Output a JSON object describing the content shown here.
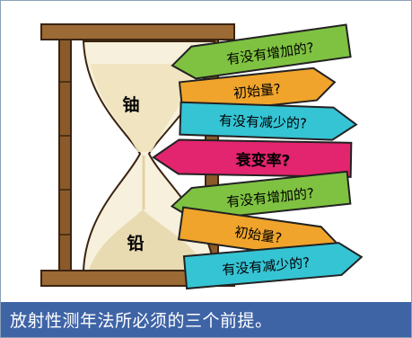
{
  "hourglass": {
    "top_label": "铀",
    "bottom_label": "铅"
  },
  "signs": [
    {
      "label": "有没有增加的?",
      "color": "#7fc241"
    },
    {
      "label": "初始量?",
      "color": "#f0a42b"
    },
    {
      "label": "有没有减少的?",
      "color": "#35c4d4"
    },
    {
      "label": "衰变率?",
      "color": "#e3246e"
    },
    {
      "label": "有没有增加的?",
      "color": "#7fc241"
    },
    {
      "label": "初始量?",
      "color": "#f0a42b"
    },
    {
      "label": "有没有减少的?",
      "color": "#35c4d4"
    }
  ],
  "caption": "放射性测年法所必须的三个前提。",
  "colors": {
    "caption_bg": "#3f64a6",
    "wood": "#8b5a2b"
  }
}
